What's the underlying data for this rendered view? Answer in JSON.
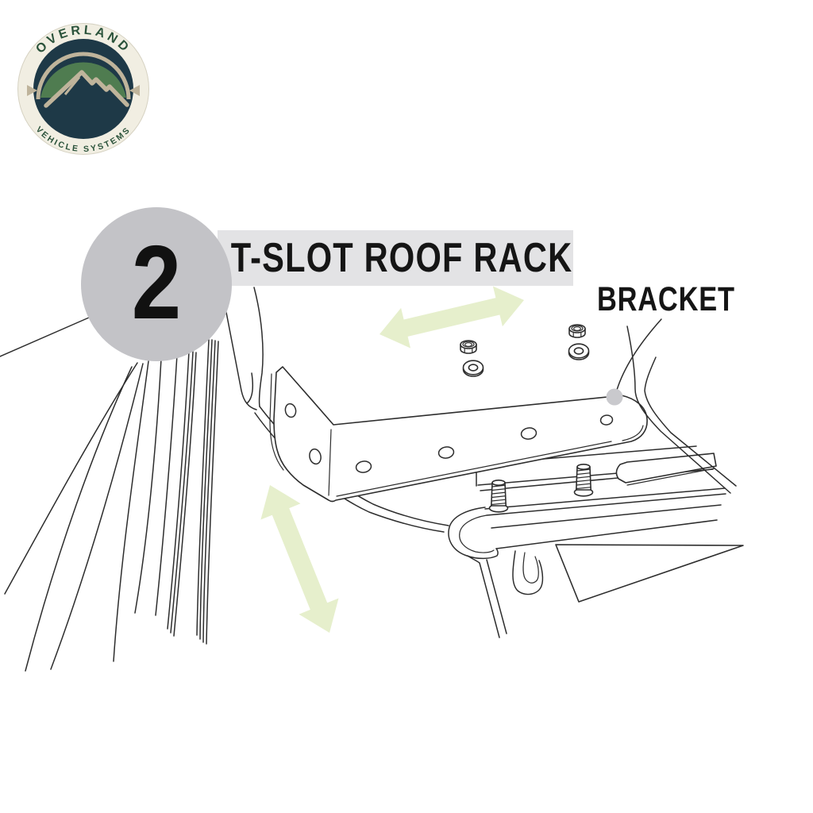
{
  "page": {
    "background": "#ffffff"
  },
  "logo": {
    "text_top": "OVERLAND",
    "text_bottom": "VEHICLE SYSTEMS",
    "colors": {
      "ring": "#f1eee2",
      "ring_edge": "#d6d2c2",
      "navy": "#1e3947",
      "green": "#4f7c50",
      "tan": "#bfb49b",
      "letters": "#2a523a"
    }
  },
  "step": {
    "number": "2",
    "circle_color": "#c3c3c7"
  },
  "heading": {
    "banner": "T-SLOT ROOF RACK",
    "banner_color": "#e3e3e5",
    "label": "BRACKET",
    "text_color": "#151515"
  },
  "diagram": {
    "line_color": "#2d2d2d",
    "arrow_color": "#e6efcc",
    "leader_dot_color": "#c9c9cd",
    "parts": {
      "bracket": "mounting-bracket",
      "nut": "flange-nut",
      "washer": "flat-washer",
      "stud": "threaded-stud",
      "rail": "t-slot-rail",
      "hook": "clamp-hook",
      "panel": "roof-panel",
      "vehicle": "vehicle-roof-outline"
    }
  }
}
